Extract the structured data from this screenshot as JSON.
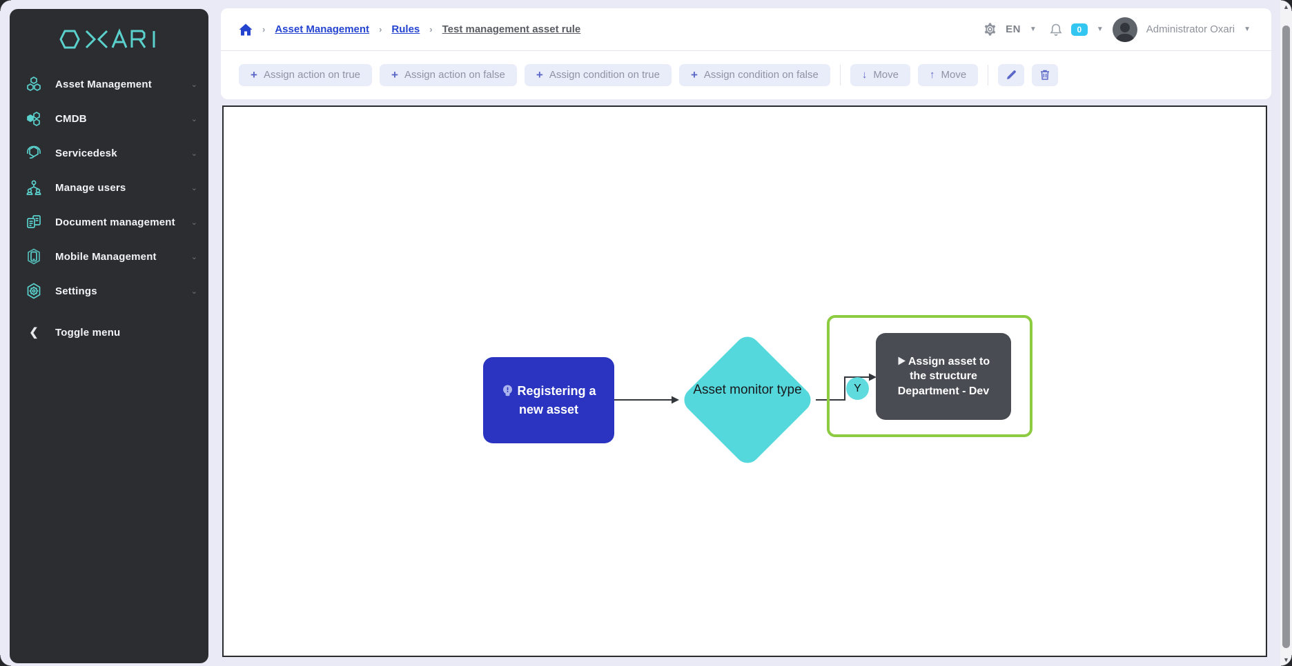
{
  "app": {
    "logo_text": "OXARI"
  },
  "sidebar": {
    "items": [
      {
        "label": "Asset Management",
        "icon": "hexagon-cluster-icon"
      },
      {
        "label": "CMDB",
        "icon": "hexagon-db-icon"
      },
      {
        "label": "Servicedesk",
        "icon": "headset-hexagon-icon"
      },
      {
        "label": "Manage users",
        "icon": "users-tree-icon"
      },
      {
        "label": "Document management",
        "icon": "documents-icon"
      },
      {
        "label": "Mobile Management",
        "icon": "mobile-hexagon-icon"
      },
      {
        "label": "Settings",
        "icon": "gear-hexagon-icon"
      }
    ],
    "toggle_label": "Toggle menu",
    "toggle_icon": "chevron-left-icon"
  },
  "breadcrumb": {
    "home_icon": "home-icon",
    "items": [
      {
        "label": "Asset Management"
      },
      {
        "label": "Rules"
      },
      {
        "label": "Test management asset rule"
      }
    ]
  },
  "header": {
    "settings_icon": "gear-icon",
    "language": "EN",
    "bell_icon": "bell-icon",
    "notification_count": "0",
    "user_name": "Administrator Oxari"
  },
  "toolbar": {
    "assign_buttons": [
      {
        "label": "Assign action on true"
      },
      {
        "label": "Assign action on false"
      },
      {
        "label": "Assign condition on true"
      },
      {
        "label": "Assign condition on false"
      }
    ],
    "move_down_label": "Move",
    "move_up_label": "Move",
    "edit_icon": "pencil-icon",
    "delete_icon": "trash-icon"
  },
  "flowchart": {
    "start_node": {
      "label": "Registering a new asset",
      "icon": "lightbulb-icon"
    },
    "condition_node": {
      "label": "Asset monitor type"
    },
    "branch_label": "Y",
    "action_node": {
      "label": "Assign asset to the structure Department - Dev",
      "icon": "play-icon"
    }
  },
  "colors": {
    "sidebar_bg": "#2b2d30",
    "teal_accent": "#5ad1cc",
    "primary_blue": "#2a34c1",
    "diamond_cyan": "#55d8db",
    "action_gray": "#494d53",
    "selection_green": "#8dcb40",
    "link_blue": "#2444d0",
    "button_lavender": "#e9ecf9",
    "indigo_icon": "#5b68c8",
    "badge_cyan": "#33c6f0",
    "page_bg": "#e9eaf5"
  }
}
